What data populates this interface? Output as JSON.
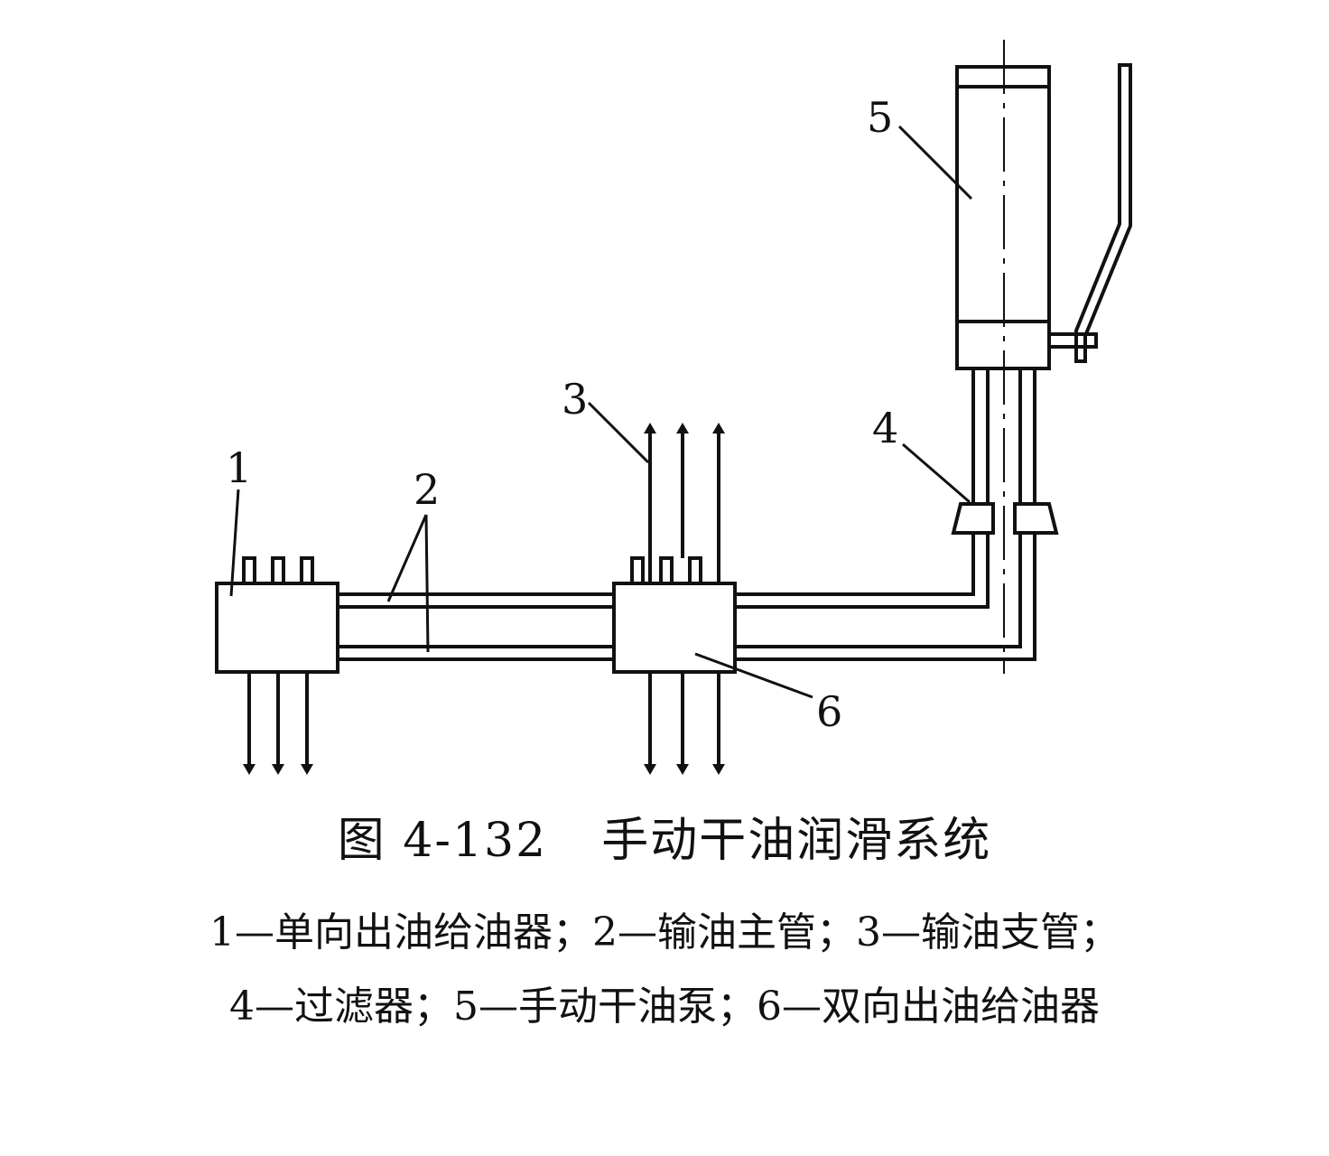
{
  "diagram": {
    "labels": {
      "item1": "1",
      "item2": "2",
      "item3": "3",
      "item4": "4",
      "item5": "5",
      "item6": "6"
    }
  },
  "caption": {
    "figure_number": "图 4-132",
    "figure_title": "手动干油润滑系统",
    "legend_line_1": "1—单向出油给油器；2—输油主管；3—输油支管；",
    "legend_line_2": "4—过滤器；5—手动干油泵；6—双向出油给油器"
  }
}
